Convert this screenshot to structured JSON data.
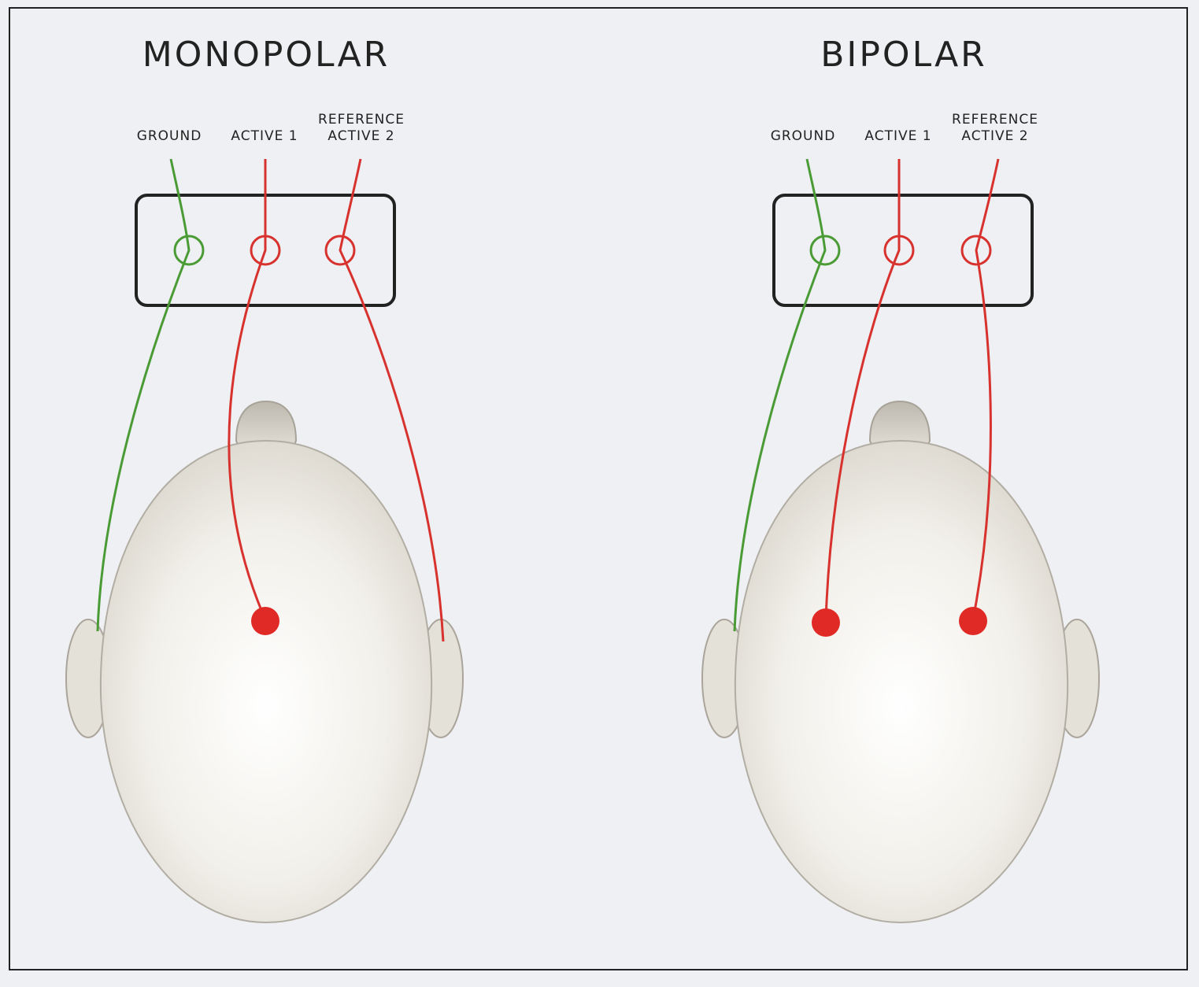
{
  "colors": {
    "ground_wire": "#4a9b35",
    "signal_wire": "#d8322e",
    "frame": "#222222",
    "background": "#eef0f3",
    "head_fill": "#ece9e2"
  },
  "panels": [
    {
      "title": "MONOPOLAR",
      "labels": {
        "ground": "GROUND",
        "active1": "ACTIVE 1",
        "reference": "REFERENCE",
        "active2": "ACTIVE 2"
      },
      "scalp_electrodes": 1
    },
    {
      "title": "BIPOLAR",
      "labels": {
        "ground": "GROUND",
        "active1": "ACTIVE 1",
        "reference": "REFERENCE",
        "active2": "ACTIVE 2"
      },
      "scalp_electrodes": 2
    }
  ]
}
